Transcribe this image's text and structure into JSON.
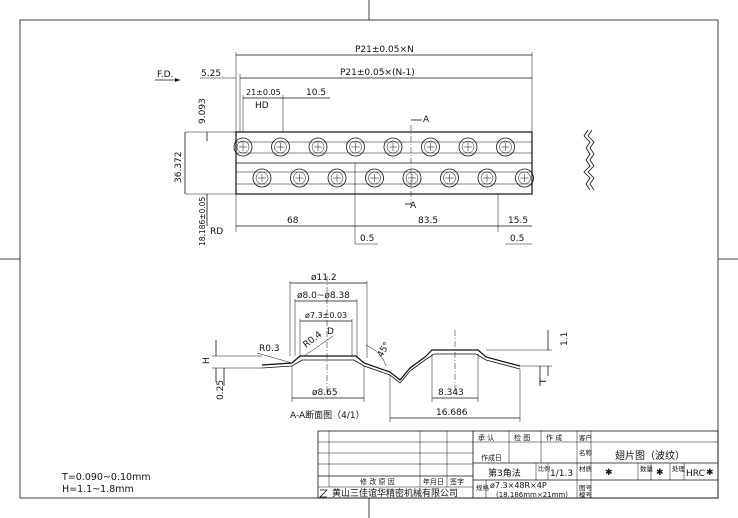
{
  "drawing": {
    "feed_direction": "F.D.",
    "top_view": {
      "pitch_total": "P21±0.05×N",
      "pitch_n1": "P21±0.05×(N-1)",
      "offset_left": "5.25",
      "pitch_single": "21±0.05",
      "hd_dim": "10.5",
      "hd_label": "HD",
      "dim_9093": "9.093",
      "dim_36372": "36.372",
      "dim_18186": "18.186±0.05",
      "rd_label": "RD",
      "dim_68": "68",
      "dim_835": "83.5",
      "dim_155": "15.5",
      "dim_05a": "0.5",
      "dim_05b": "0.5",
      "section_mark_top": "A",
      "section_mark_bottom": "A"
    },
    "section_view": {
      "d_112": "ø11.2",
      "d_80": "ø8.0~ø8.38",
      "d_73": "ø7.3±0.03",
      "r04": "R0.4",
      "d_label": "D",
      "r03": "R0.3",
      "angle": "45°",
      "h_label": "H",
      "thk": "0.25",
      "d_865": "ø8.65",
      "dim_8343": "8.343",
      "dim_16686": "16.686",
      "dim_11": "1.1",
      "t_label": "T",
      "caption": "A-A断面图（4/1）"
    },
    "notes": {
      "t_range": "T=0.090~0.10mm",
      "h_range": "H=1.1~1.8mm"
    }
  },
  "title_block": {
    "approve": "承 认",
    "check": "检 图",
    "make": "作 成",
    "customer": "客户",
    "name_label": "名称",
    "name": "翅片图（波纹）",
    "date_label": "作成日",
    "method": "第3角法",
    "scale_label": "比例",
    "scale": "1/1.3",
    "material": "材质",
    "qty": "数量",
    "treatment": "处理",
    "hrc": "HRC",
    "spec_label": "规格",
    "spec_line1": "ø7.3×48R×4P",
    "spec_line2": "(18.186mm×21mm)",
    "drawing_no": "图号",
    "model_no": "模号",
    "mark": "✱",
    "rev_reason": "修 改 原 因",
    "rev_date": "年月日",
    "rev_sign": "签字",
    "company": "黄山三佳谊华精密机械有限公司"
  }
}
